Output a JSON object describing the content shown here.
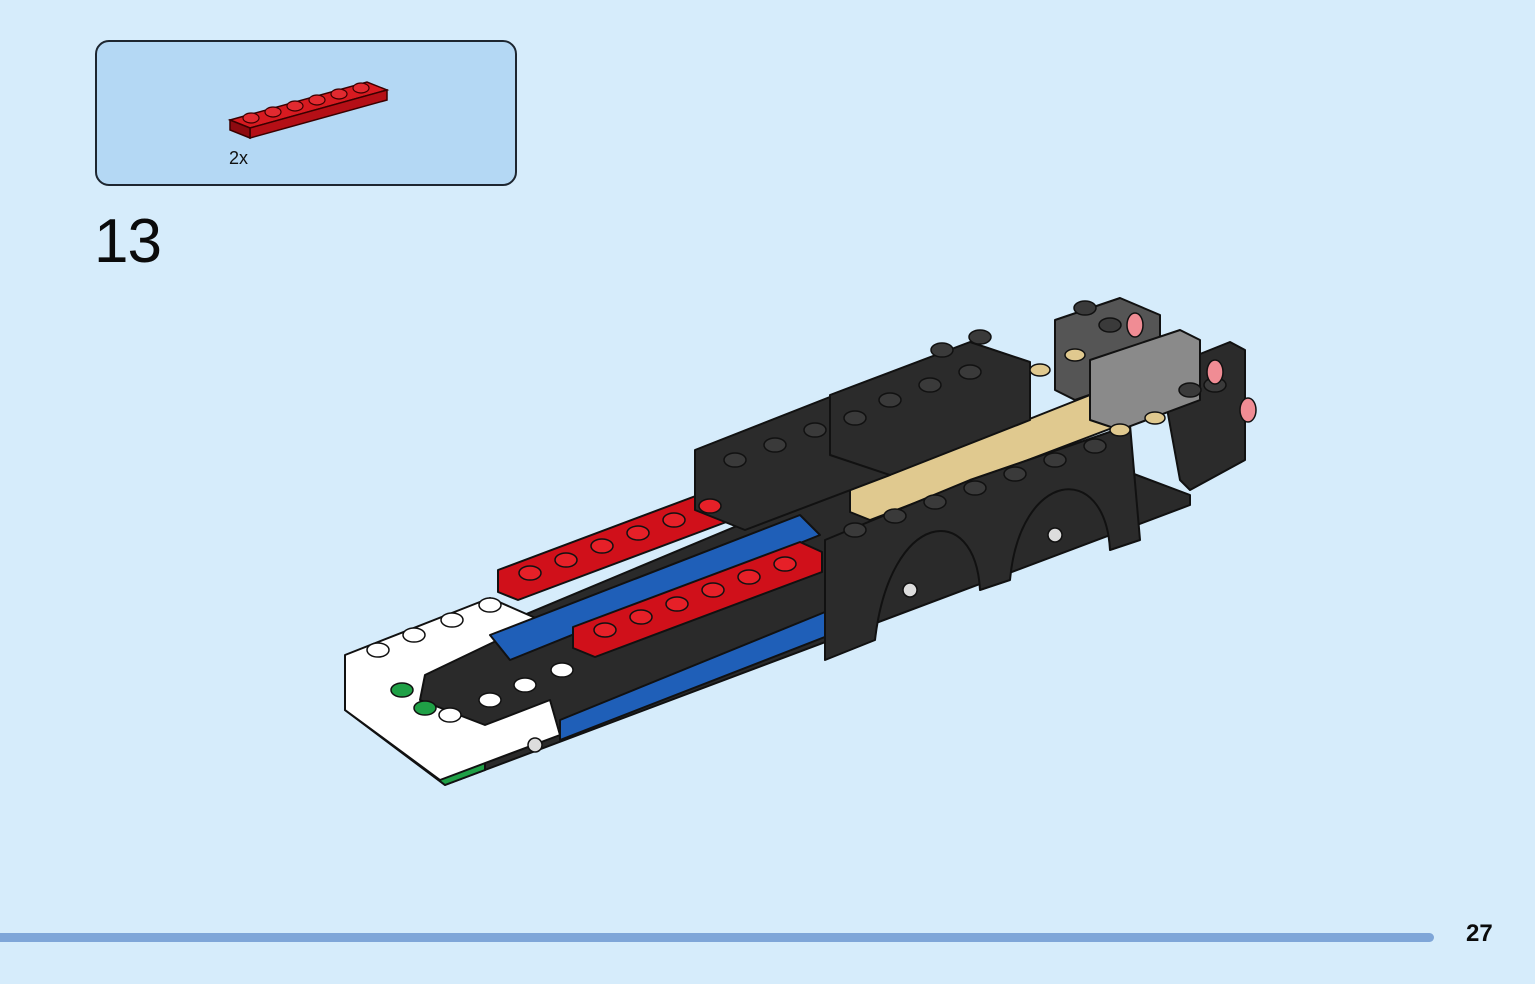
{
  "parts_callout": {
    "part_icon": "red-1x6-plate-icon",
    "quantity": "2x",
    "part_color": "#c8101a"
  },
  "step": {
    "number": "13"
  },
  "model_icon": "vehicle-chassis-assembly-illustration",
  "progress_bar": {
    "color": "#7fa6d8"
  },
  "page": {
    "number": "27"
  },
  "colors": {
    "background": "#d6ecfb",
    "callout_fill": "#b4d8f4",
    "brick_black": "#2b2b2b",
    "brick_red": "#d0101a",
    "brick_blue": "#1f5fb8",
    "brick_white": "#ffffff",
    "brick_green": "#1fa046",
    "brick_tan": "#e0c98f",
    "brick_gray": "#9a9a9a",
    "light_pink": "#f08c94"
  }
}
